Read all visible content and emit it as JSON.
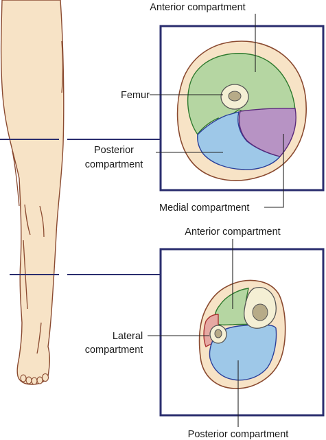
{
  "figure": {
    "thigh": {
      "labels": {
        "anterior": "Anterior compartment",
        "femur": "Femur",
        "posterior_line1": "Posterior",
        "posterior_line2": "compartment",
        "medial": "Medial compartment"
      }
    },
    "leg": {
      "labels": {
        "anterior": "Anterior compartment",
        "lateral_line1": "Lateral",
        "lateral_line2": "compartment",
        "posterior": "Posterior compartment"
      }
    }
  },
  "colors": {
    "frame": "#2a2d6e",
    "skin": "#f7e3c6",
    "outline": "#8a4a30",
    "anterior": "#b5d6a2",
    "posterior": "#9ec8e8",
    "medial": "#b793c4",
    "lateral": "#e6a9a3",
    "bone": "#f4efd4"
  }
}
